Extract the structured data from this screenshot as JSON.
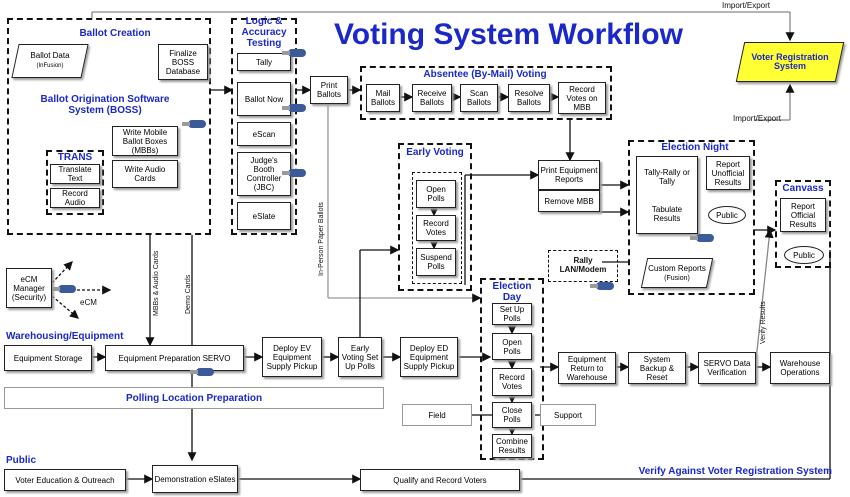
{
  "title": "Voting System Workflow",
  "import_export": "Import/Export",
  "voter_reg": {
    "label": "Voter Registration System",
    "fill": "#ffff33"
  },
  "ballot_creation": {
    "title": "Ballot Creation",
    "ballot_data": "Ballot Data",
    "infusion": "(InFusion)",
    "finalize": "Finalize BOSS Database",
    "boss": "Ballot Origination Software System (BOSS)",
    "trans": "TRANS",
    "translate": "Translate Text",
    "record_audio": "Record Audio",
    "write_mbb": "Write Mobile Ballot Boxes (MBBs)",
    "write_audio": "Write Audio Cards"
  },
  "logic": {
    "title": "Logic & Accuracy Testing",
    "items": [
      "Tally",
      "Ballot Now",
      "eScan",
      "Judge's Booth Controller (JBC)",
      "eSlate"
    ]
  },
  "print_ballots": "Print Ballots",
  "absentee": {
    "title": "Absentee (By-Mail) Voting",
    "items": [
      "Mail Ballots",
      "Receive Ballots",
      "Scan Ballots",
      "Resolve Ballots",
      "Record Votes on MBB"
    ]
  },
  "early_voting": {
    "title": "Early Voting",
    "items": [
      "Open Polls",
      "Record Votes",
      "Suspend Polls"
    ]
  },
  "print_reports": "Print Equipment Reports",
  "remove_mbb": "Remove MBB",
  "rally": "Rally LAN/Modem",
  "election_night": {
    "title": "Election Night",
    "tally": "Tally-Rally or Tally",
    "tabulate": "Tabulate Results",
    "report_unofficial": "Report Unofficial Results",
    "public": "Public",
    "custom_reports": "Custom Reports",
    "fusion": "(Fusion)"
  },
  "canvass": {
    "title": "Canvass",
    "report_official": "Report Official Results",
    "public": "Public"
  },
  "ecm": {
    "manager": "eCM Manager (Security)",
    "ecm": "eCM"
  },
  "warehousing": {
    "title": "Warehousing/Equipment",
    "storage": "Equipment Storage",
    "prep": "Equipment Preparation SERVO"
  },
  "deploy_ev": "Deploy EV Equipment Supply Pickup",
  "ev_setup": "Early Voting Set Up Polls",
  "deploy_ed": "Deploy ED Equipment Supply Pickup",
  "election_day": {
    "title": "Election Day",
    "items": [
      "Set Up Polls",
      "Open Polls",
      "Record Votes",
      "Close Polls",
      "Combine Results"
    ]
  },
  "field": "Field",
  "support": "Support",
  "return": "Equipment Return to Warehouse",
  "backup": "System Backup & Reset",
  "servo_verify": "SERVO Data Verification",
  "warehouse_ops": "Warehouse Operations",
  "verify_results": "Verify Results",
  "polling_prep": "Polling Location Preparation",
  "public": {
    "title": "Public",
    "outreach": "Voter Education & Outreach",
    "demo_eslates": "Demonstration eSlates"
  },
  "qualify": "Qualify and Record Voters",
  "verify_vrs": "Verify Against Voter Registration System",
  "vertical": {
    "in_person": "In-Person Paper Ballots",
    "mbbs_audio": "MBBs & Audio Cards",
    "demo_cards": "Demo Cards"
  },
  "colors": {
    "accent": "#1a28c8",
    "pen_body": "#3a5a9a",
    "pen_tip": "#9a9a9a"
  }
}
